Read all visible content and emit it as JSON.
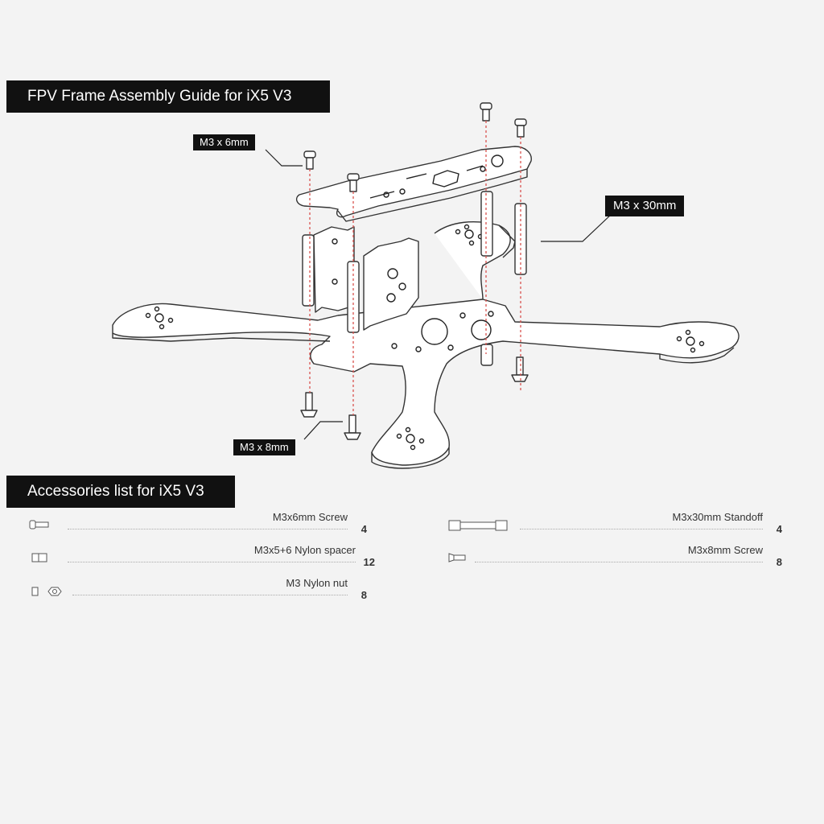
{
  "title": "FPV Frame Assembly Guide for iX5 V3",
  "callouts": {
    "top_screw": "M3 x 6mm",
    "standoff": "M3 x 30mm",
    "bottom_screw": "M3 x 8mm"
  },
  "accessories": {
    "heading": "Accessories list for iX5 V3",
    "items": [
      {
        "label": "M3x6mm Screw",
        "qty": "4",
        "icon": "screw-icon"
      },
      {
        "label": "M3x5+6 Nylon spacer",
        "qty": "12",
        "icon": "spacer-icon"
      },
      {
        "label": "M3 Nylon nut",
        "qty": "8",
        "icon": "nut-icon"
      },
      {
        "label": "M3x30mm Standoff",
        "qty": "4",
        "icon": "standoff-icon"
      },
      {
        "label": "M3x8mm Screw",
        "qty": "8",
        "icon": "countersunk-screw-icon"
      }
    ]
  },
  "colors": {
    "banner": "#111111",
    "background": "#f3f3f3",
    "guide_line": "#d9534f"
  }
}
